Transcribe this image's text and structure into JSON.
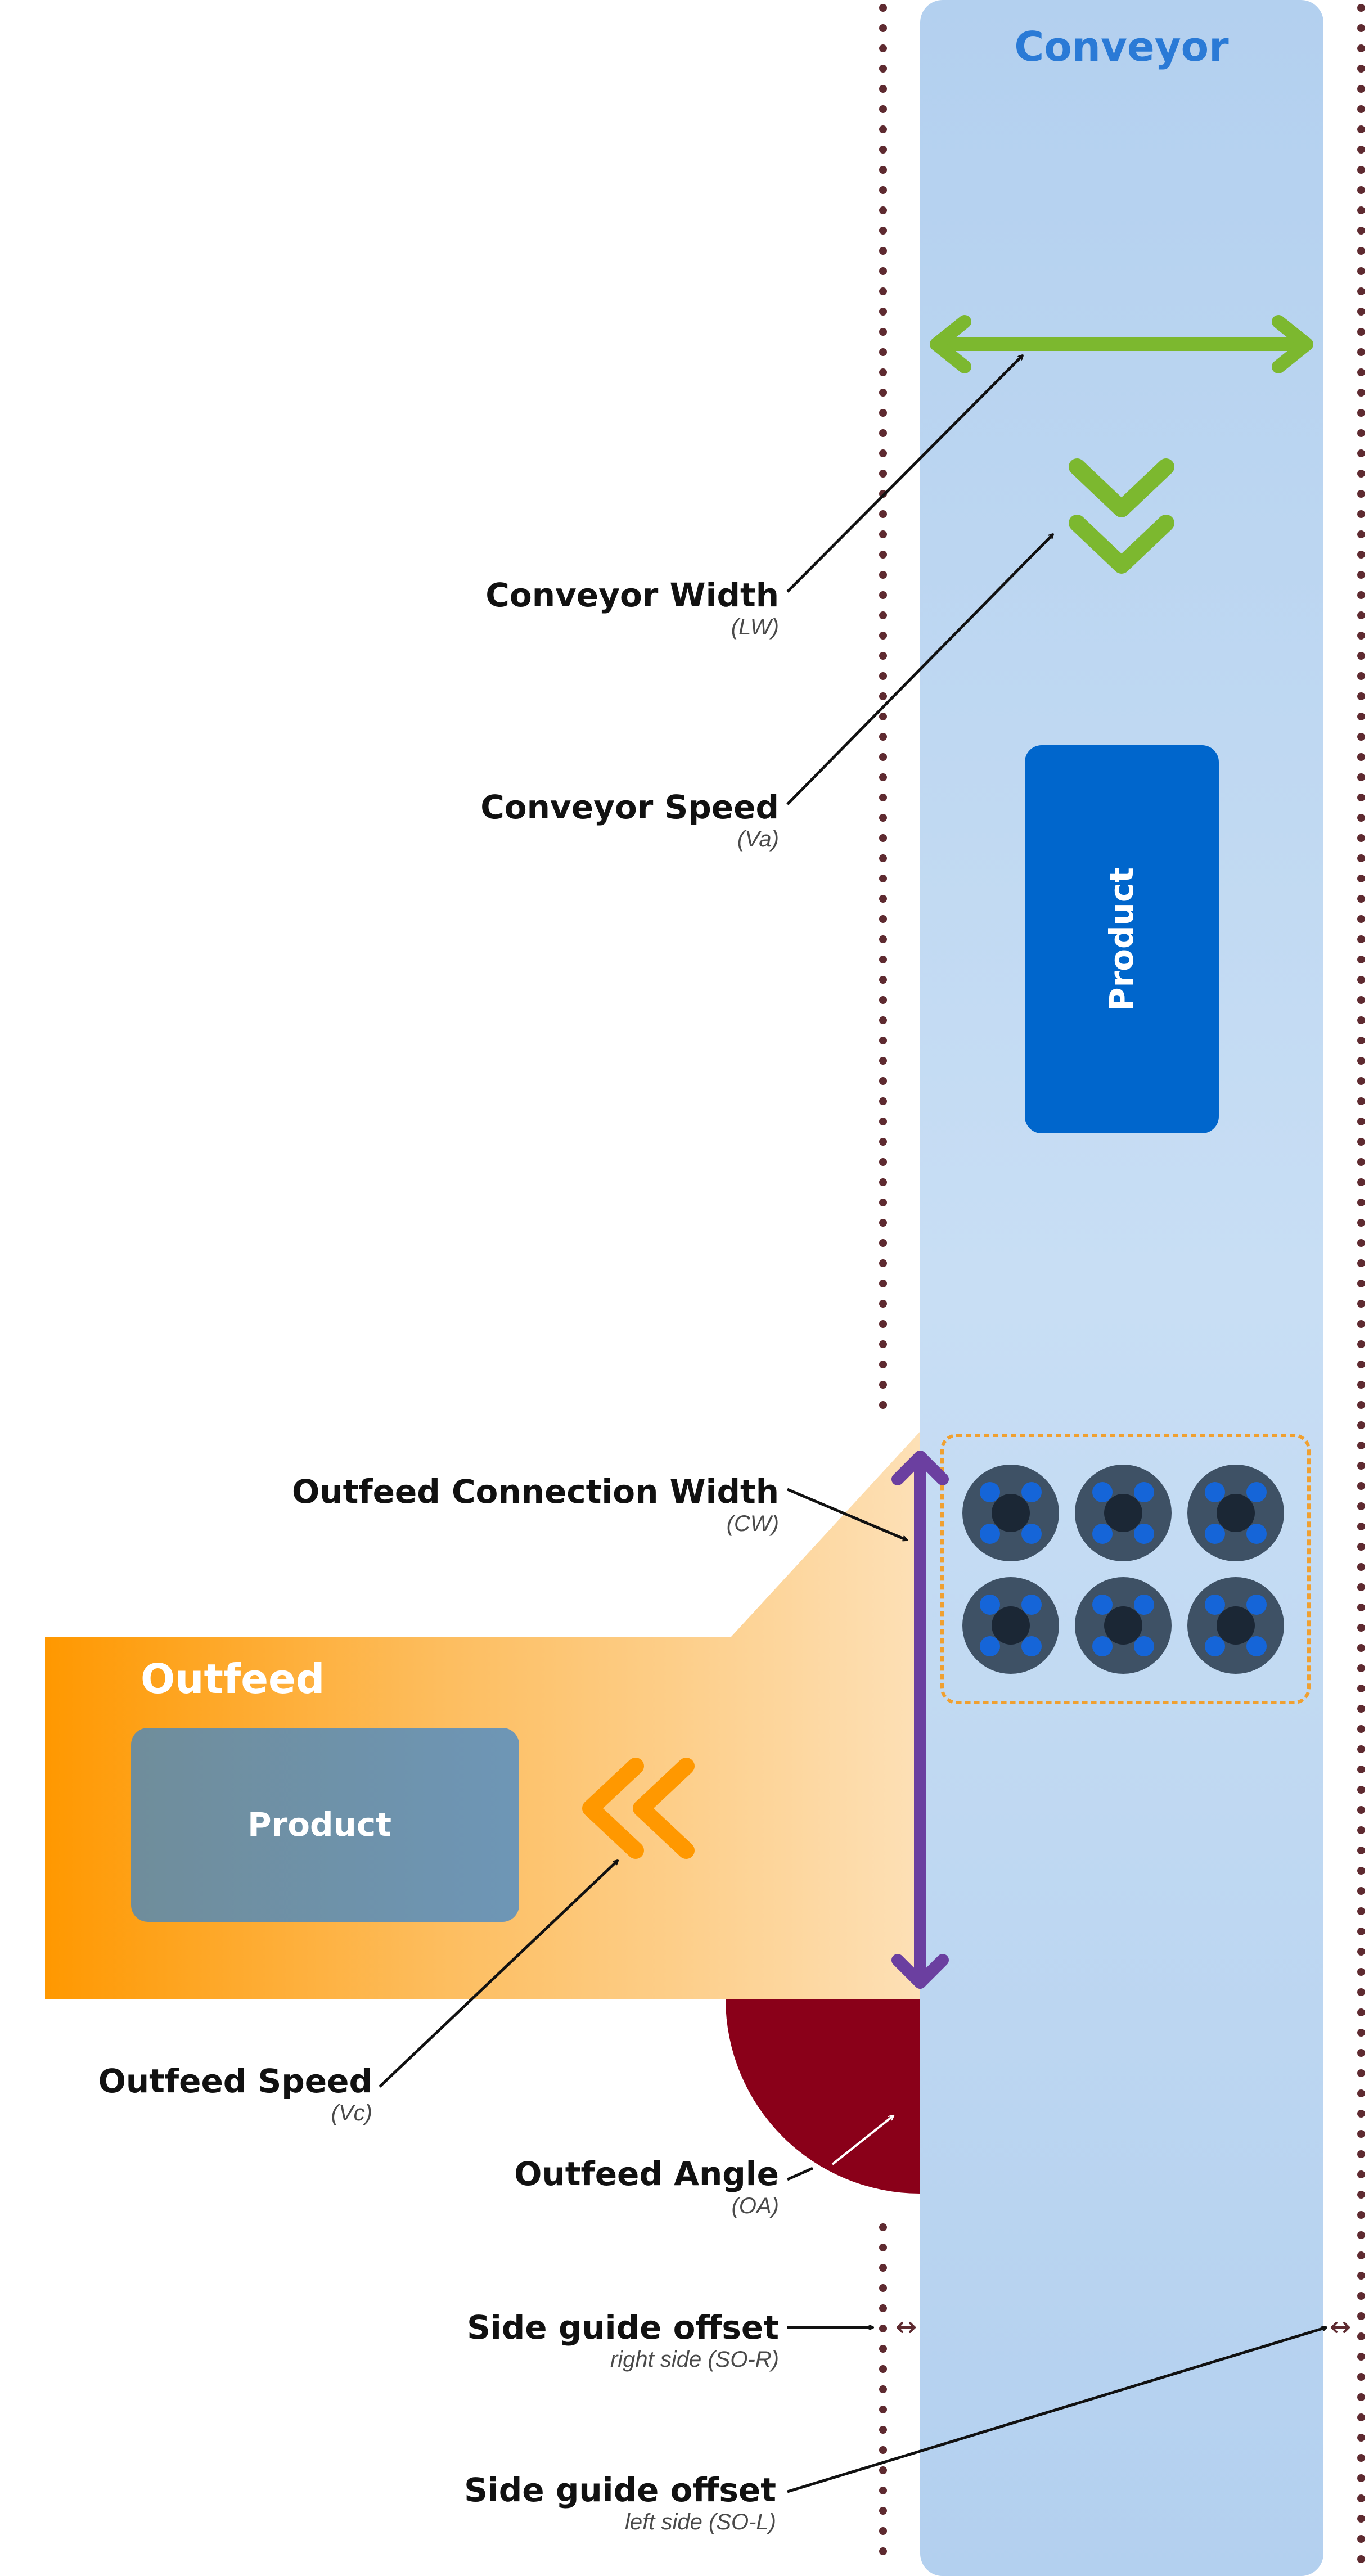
{
  "titles": {
    "conveyor": "Conveyor",
    "outfeed": "Outfeed"
  },
  "products": {
    "conveyor_product": "Product",
    "outfeed_product": "Product"
  },
  "labels": [
    {
      "id": "conveyor-width",
      "main": "Conveyor Width",
      "sub": "(LW)"
    },
    {
      "id": "conveyor-speed",
      "main": "Conveyor Speed",
      "sub": "(Va)"
    },
    {
      "id": "outfeed-connection-width",
      "main": "Outfeed Connection Width",
      "sub": "(CW)"
    },
    {
      "id": "outfeed-speed",
      "main": "Outfeed Speed",
      "sub": "(Vc)"
    },
    {
      "id": "outfeed-angle",
      "main": "Outfeed Angle",
      "sub": "(OA)"
    },
    {
      "id": "side-guide-offset-right",
      "main": "Side guide offset",
      "sub": "right side (SO-R)"
    },
    {
      "id": "side-guide-offset-left",
      "main": "Side guide offset",
      "sub": "left side (SO-L)"
    }
  ],
  "icons": {
    "width_arrow": "double-arrow-horizontal-icon",
    "conveyor_speed": "chevron-down-double-icon",
    "outfeed_speed": "chevron-left-double-icon",
    "connection_width": "double-arrow-vertical-icon",
    "angle": "quarter-circle-angle-icon",
    "rollers": "roller-wheel-icon",
    "offset": "small-double-arrow-icon"
  },
  "colors": {
    "conveyor": "#b9d4f0",
    "conveyor_title": "#2a7ad6",
    "product": "#0066cc",
    "outfeed_start": "#ff9800",
    "outfeed_end": "#fde1b8",
    "outfeed_product": "#6e8fa6",
    "width_arrow": "#7cb82f",
    "connection_arrow": "#6b3fa0",
    "angle": "#8a0019",
    "side_guides": "#5e2a30",
    "roller_outer": "#3e5165",
    "roller_spoke": "#1565d8",
    "roller_hub": "#1b2735",
    "roller_border": "#f0a030"
  }
}
